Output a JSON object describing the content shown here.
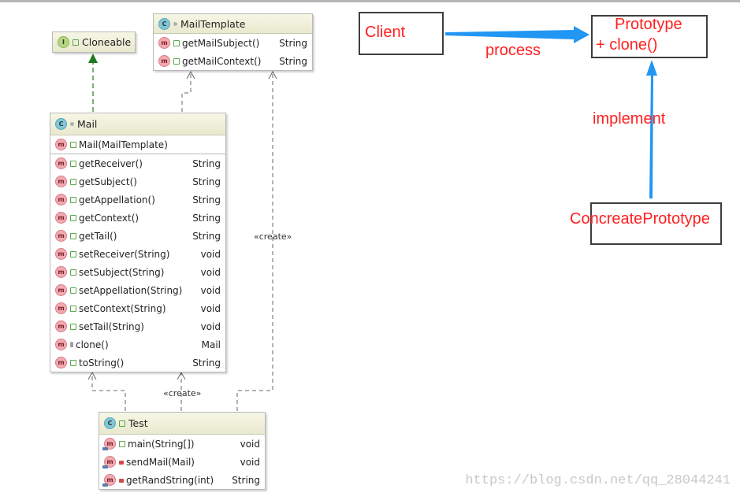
{
  "classes": {
    "cloneable": {
      "name": "Cloneable",
      "kind_icon": "I"
    },
    "mailtemplate": {
      "name": "MailTemplate",
      "kind_icon": "C",
      "methods": [
        {
          "name": "getMailSubject()",
          "type": "String"
        },
        {
          "name": "getMailContext()",
          "type": "String"
        }
      ]
    },
    "mail": {
      "name": "Mail",
      "kind_icon": "C",
      "constructor": {
        "name": "Mail(MailTemplate)"
      },
      "methods": [
        {
          "name": "getReceiver()",
          "type": "String"
        },
        {
          "name": "getSubject()",
          "type": "String"
        },
        {
          "name": "getAppellation()",
          "type": "String"
        },
        {
          "name": "getContext()",
          "type": "String"
        },
        {
          "name": "getTail()",
          "type": "String"
        },
        {
          "name": "setReceiver(String)",
          "type": "void"
        },
        {
          "name": "setSubject(String)",
          "type": "void"
        },
        {
          "name": "setAppellation(String)",
          "type": "void"
        },
        {
          "name": "setContext(String)",
          "type": "void"
        },
        {
          "name": "setTail(String)",
          "type": "void"
        },
        {
          "name": "clone()",
          "type": "Mail"
        },
        {
          "name": "toString()",
          "type": "String"
        }
      ]
    },
    "test": {
      "name": "Test",
      "kind_icon": "C",
      "methods": [
        {
          "name": "main(String[])",
          "type": "void"
        },
        {
          "name": "sendMail(Mail)",
          "type": "void"
        },
        {
          "name": "getRandString(int)",
          "type": "String"
        }
      ]
    }
  },
  "stereotypes": {
    "create_left": "«create»",
    "create_right": "«create»"
  },
  "pattern": {
    "client": "Client",
    "prototype": "Prototype",
    "clone_op": "+ clone()",
    "concrete": "ConcreatePrototype",
    "process": "process",
    "implement": "implement"
  },
  "watermark": "https://blog.csdn.net/qq_28044241",
  "colors": {
    "annotation_red": "#ff2020",
    "arrow_blue": "#2196f3",
    "inherit_green": "#1f7a1f"
  }
}
